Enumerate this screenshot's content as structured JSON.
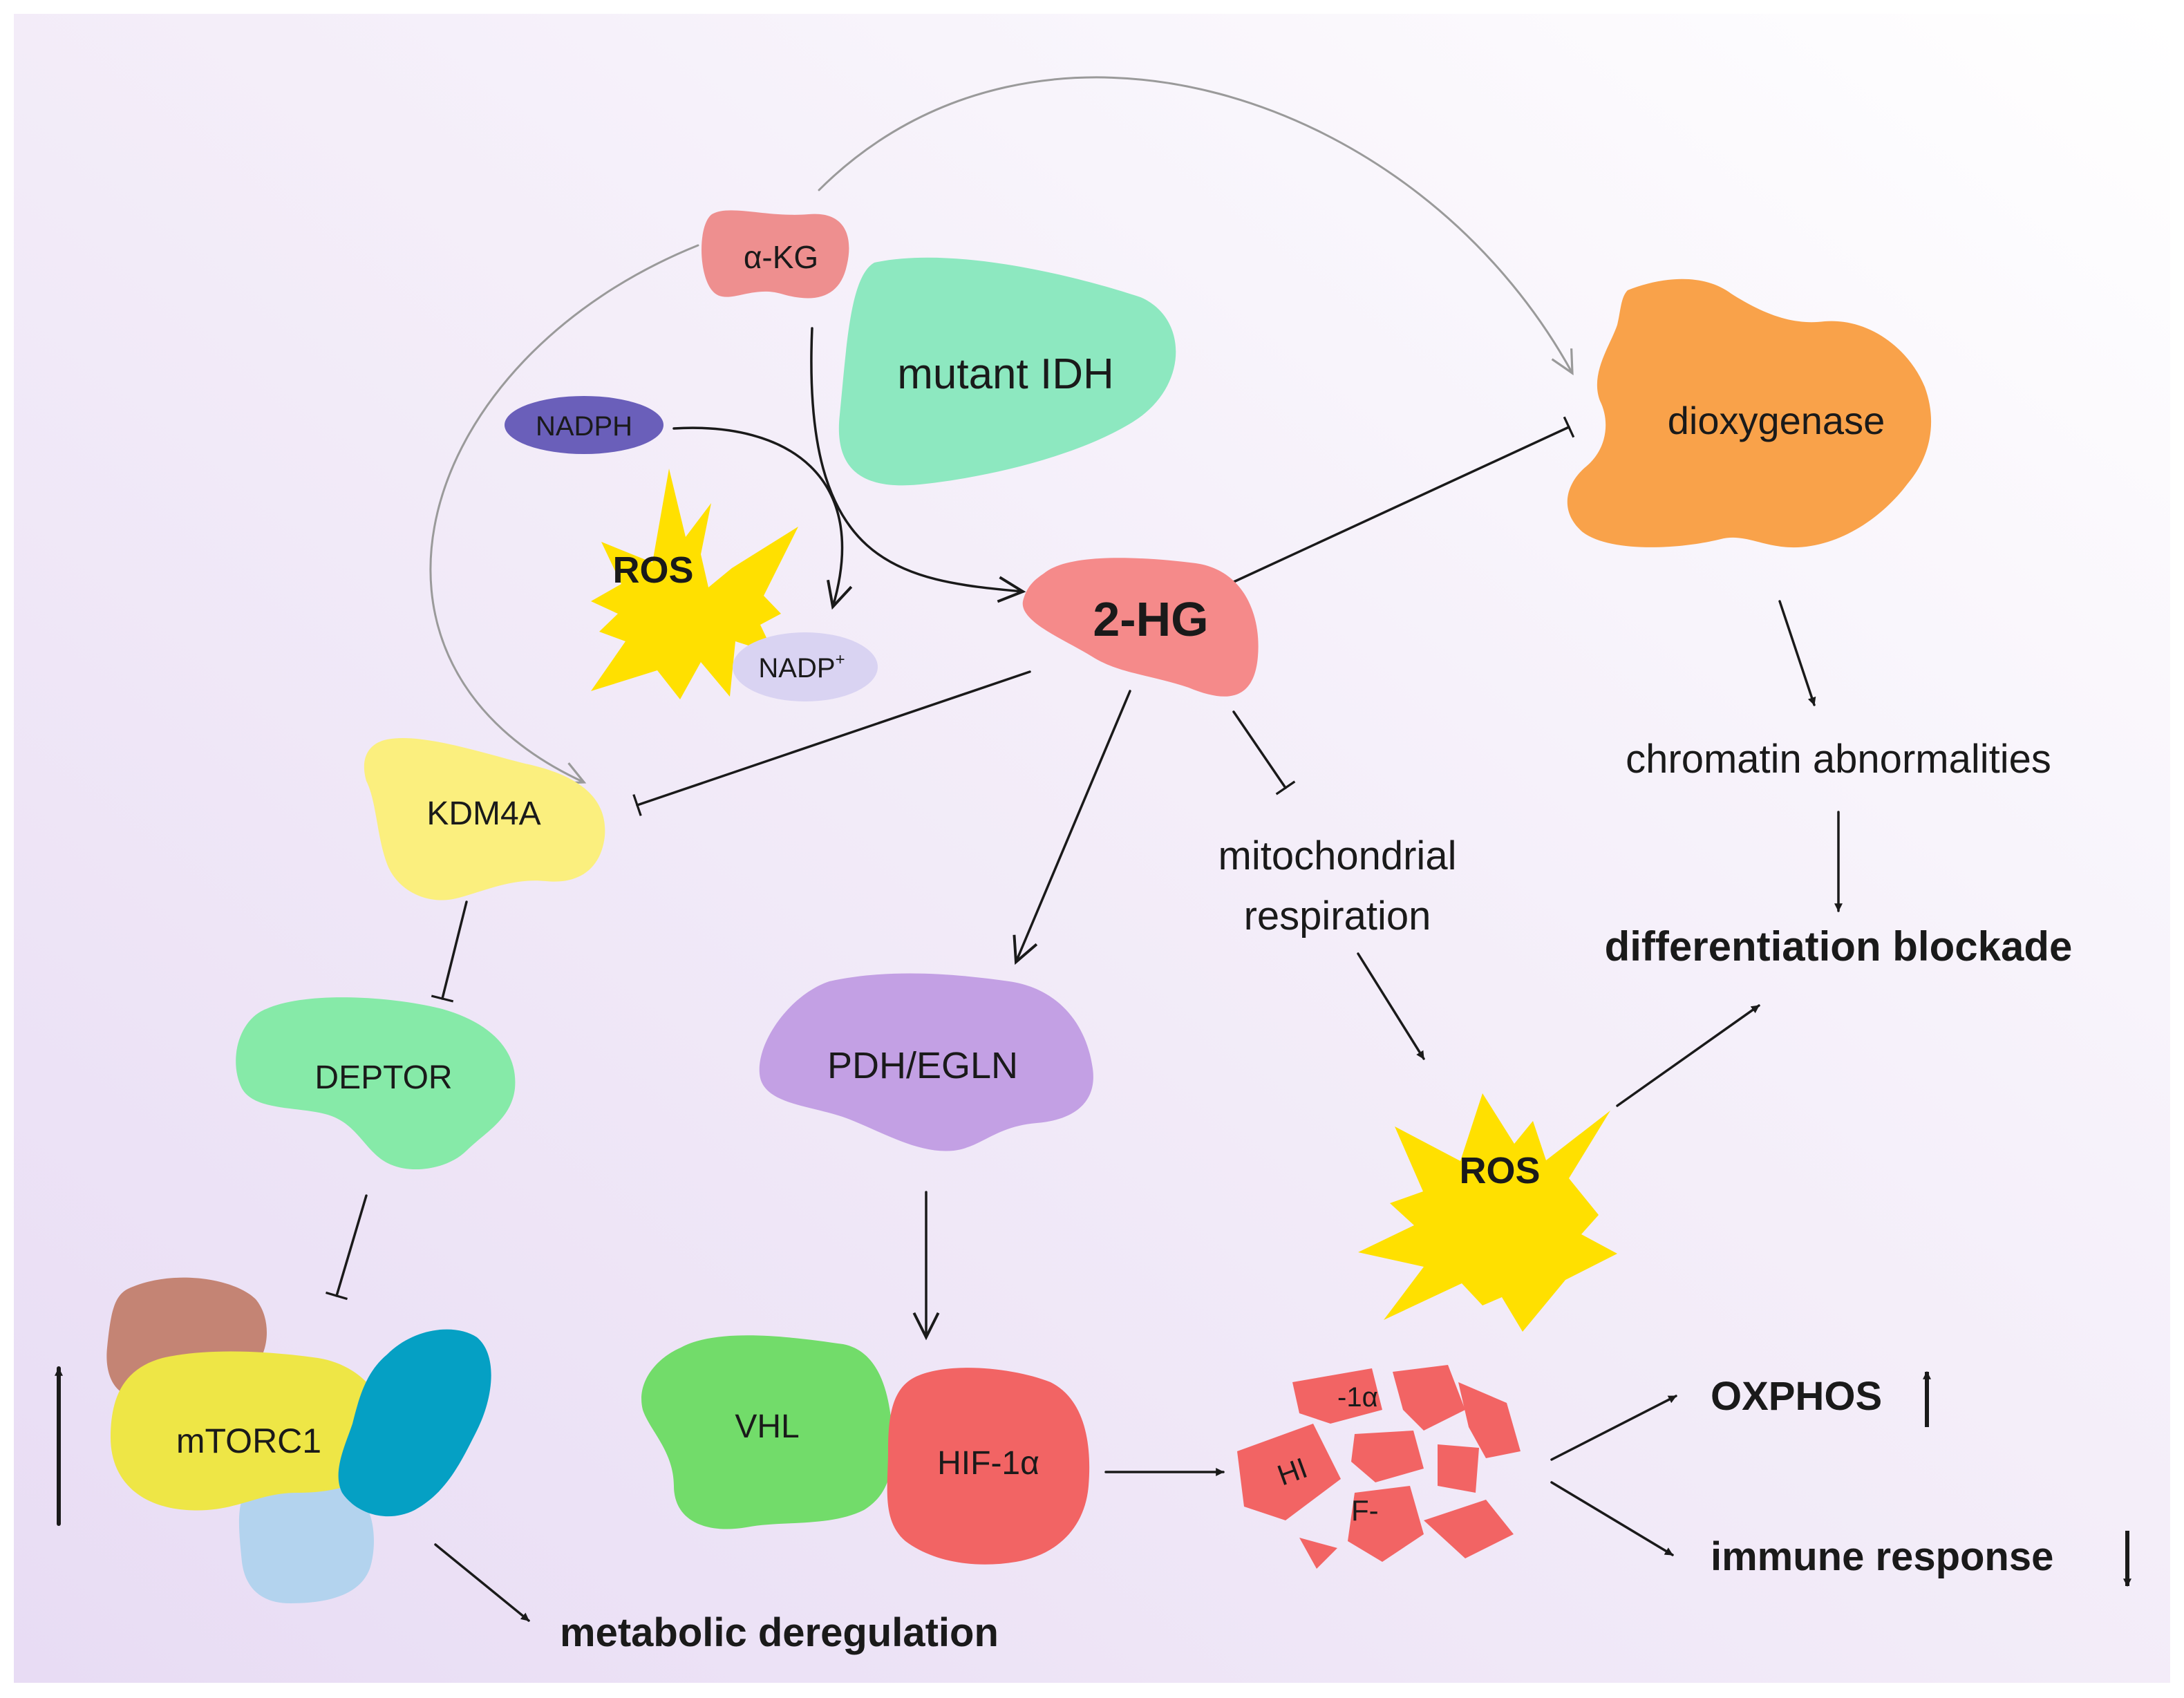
{
  "nodes": {
    "akg": "α-KG",
    "mutant_idh": "mutant IDH",
    "nadph": "NADPH",
    "nadp": "NADP",
    "nadp_sup": "+",
    "ros_top": "ROS",
    "hg2": "2-HG",
    "dioxygenase": "dioxygenase",
    "kdm4a": "KDM4A",
    "deptor": "DEPTOR",
    "mtorc1": "mTORC1",
    "pdh_egln": "PDH/EGLN",
    "vhl": "VHL",
    "hif1a": "HIF-1α",
    "ros_bottom": "ROS",
    "frag_hi": "HI",
    "frag_1a": "-1α",
    "frag_f": "F-"
  },
  "labels": {
    "chromatin": "chromatin abnormalities",
    "differentiation": "differentiation blockade",
    "mito_line1": "mitochondrial",
    "mito_line2": "respiration",
    "metabolic": "metabolic deregulation",
    "oxphos": "OXPHOS",
    "immune": "immune response"
  },
  "colors": {
    "akg": "#ee8f8f",
    "mutant_idh": "#8de8c0",
    "nadph": "#6a5fba",
    "nadp": "#d9d3f2",
    "ros": "#ffe000",
    "hg2": "#f58a8a",
    "dioxygenase": "#f9a24a",
    "kdm4a": "#fbef7e",
    "deptor": "#86eaa8",
    "mtorc1": "#eee646",
    "mtorc1_brown": "#c48474",
    "mtorc1_teal": "#05a0c4",
    "mtorc1_blue": "#b3d3ee",
    "pdh_egln": "#c3a0e4",
    "vhl": "#72dc6a",
    "hif1a": "#f26464",
    "arrow": "#1a1a1a",
    "arrow_light": "#9a9a9a"
  }
}
